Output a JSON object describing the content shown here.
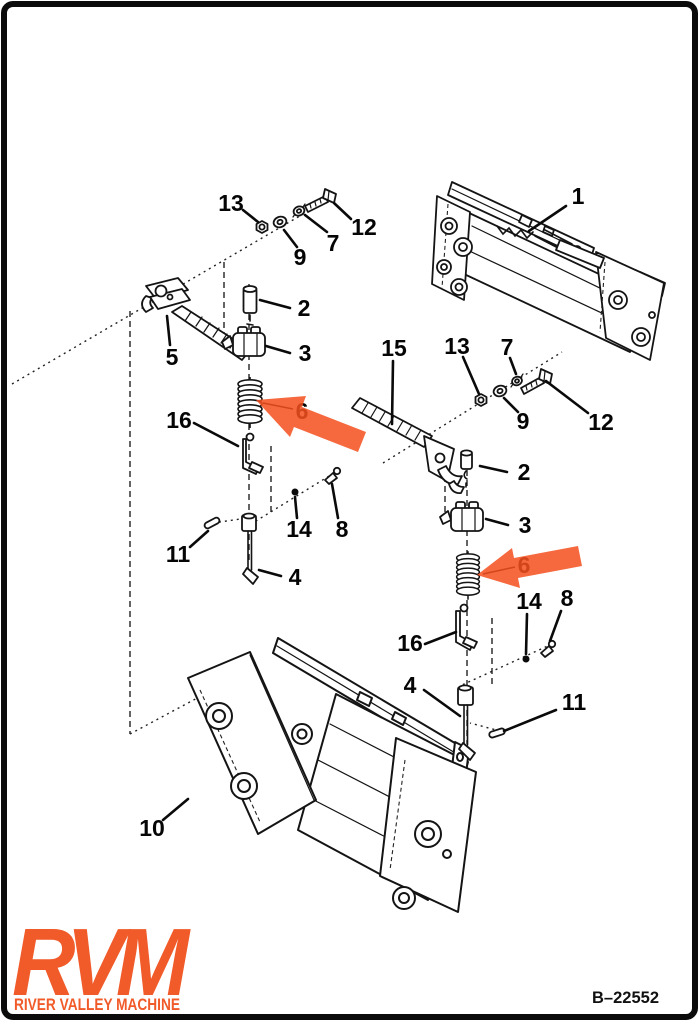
{
  "document": {
    "code": "B–22552"
  },
  "logo": {
    "acronym": "RVM",
    "name": "RIVER VALLEY MACHINE",
    "color": "#f15a29"
  },
  "diagram": {
    "type": "exploded-parts-diagram",
    "highlight": {
      "arrow_color": "#f4501f",
      "target_part": "6",
      "arrow_count": 2
    },
    "callouts": [
      {
        "id": "part-1",
        "label": "1"
      },
      {
        "id": "part-13-upper-left",
        "label": "13"
      },
      {
        "id": "part-9-upper-left",
        "label": "9"
      },
      {
        "id": "part-7-upper-left",
        "label": "7"
      },
      {
        "id": "part-12-upper-left",
        "label": "12"
      },
      {
        "id": "part-2-left",
        "label": "2"
      },
      {
        "id": "part-3-left",
        "label": "3"
      },
      {
        "id": "part-5",
        "label": "5"
      },
      {
        "id": "part-15",
        "label": "15"
      },
      {
        "id": "part-16-left",
        "label": "16"
      },
      {
        "id": "part-14-left",
        "label": "14"
      },
      {
        "id": "part-8-left",
        "label": "8"
      },
      {
        "id": "part-11-left",
        "label": "11"
      },
      {
        "id": "part-4-left",
        "label": "4"
      },
      {
        "id": "part-13-right",
        "label": "13"
      },
      {
        "id": "part-7-right",
        "label": "7"
      },
      {
        "id": "part-9-right",
        "label": "9"
      },
      {
        "id": "part-12-right",
        "label": "12"
      },
      {
        "id": "part-2-right",
        "label": "2"
      },
      {
        "id": "part-3-right",
        "label": "3"
      },
      {
        "id": "part-16-right",
        "label": "16"
      },
      {
        "id": "part-14-right",
        "label": "14"
      },
      {
        "id": "part-8-right",
        "label": "8"
      },
      {
        "id": "part-4-right",
        "label": "4"
      },
      {
        "id": "part-11-right",
        "label": "11"
      },
      {
        "id": "part-10",
        "label": "10"
      },
      {
        "id": "part-6-left",
        "label": "6"
      },
      {
        "id": "part-6-right",
        "label": "6"
      }
    ]
  }
}
